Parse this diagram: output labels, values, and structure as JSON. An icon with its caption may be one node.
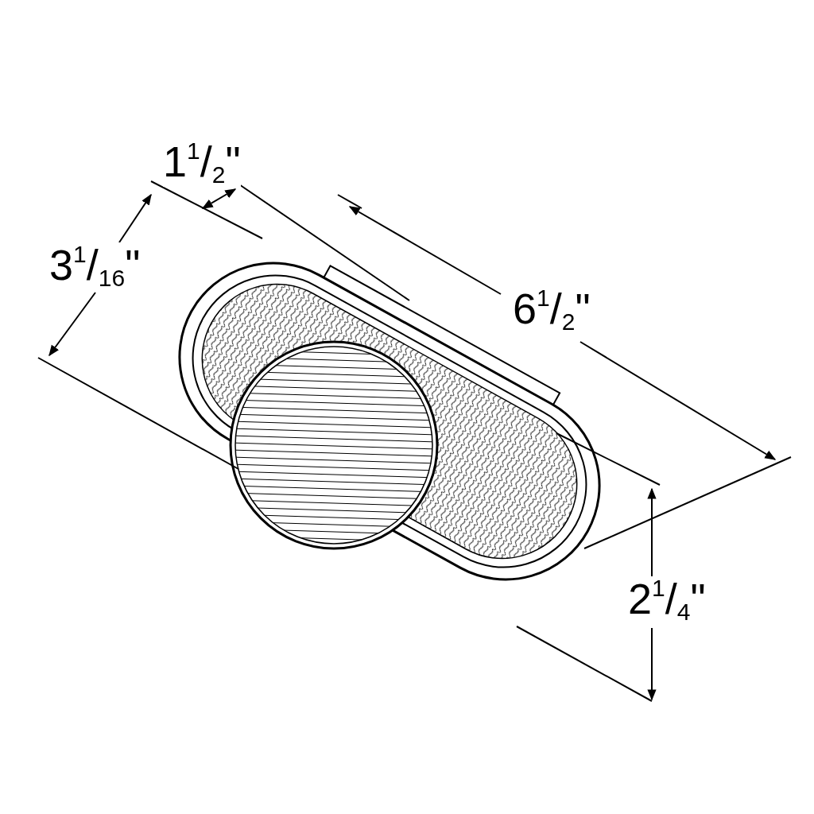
{
  "diagram": {
    "labels": [
      "1$^{1}$/$_{2}$\"",
      "3$^{1}$/$_{16}$\"",
      "6$^{1}$/$_{2}$\"",
      "2$^{1}$/$_{4}$\""
    ]
  }
}
